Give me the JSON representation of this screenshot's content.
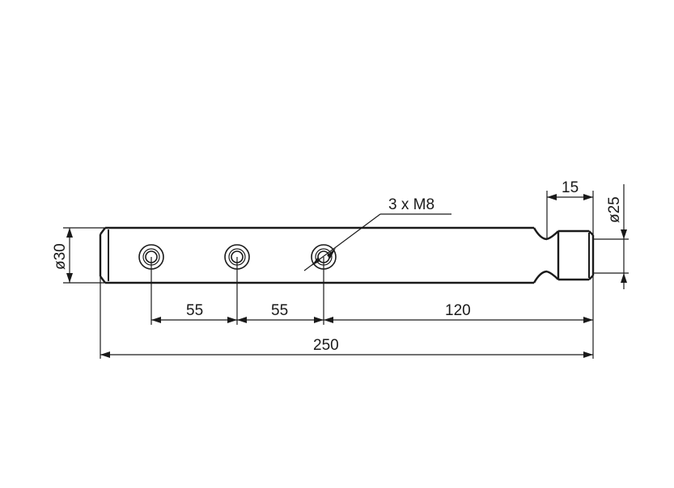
{
  "dimensions": {
    "left_diameter": "ø30",
    "right_diameter": "ø25",
    "end_length": "15",
    "spacing_1": "55",
    "spacing_2": "55",
    "spacing_3": "120",
    "overall_length": "250"
  },
  "callout": {
    "thread_label": "3 x M8"
  }
}
